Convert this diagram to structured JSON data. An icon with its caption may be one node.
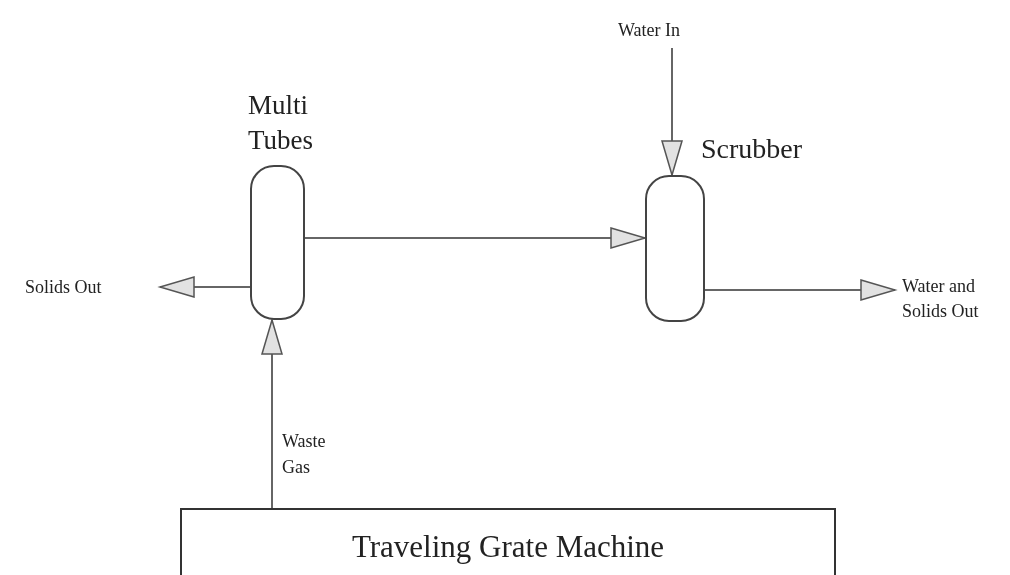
{
  "diagram": {
    "nodes": [
      {
        "text": [
          "Multi Tubes"
        ]
      },
      {
        "text": [
          "Scrubber"
        ]
      },
      {
        "text": [
          "Traveling Grate Machine"
        ]
      },
      {
        "text": [
          "Solids Out"
        ]
      },
      {
        "text": [
          "Water In"
        ]
      },
      {
        "text": [
          "Water and Solids Out"
        ]
      }
    ],
    "edges": [
      {
        "from": 0,
        "to": 1,
        "arrow": "to"
      },
      {
        "from": 0,
        "to": 3,
        "arrow": "to"
      },
      {
        "from": 4,
        "to": 1,
        "arrow": "to"
      },
      {
        "from": 1,
        "to": 5,
        "arrow": "to"
      },
      {
        "from": 2,
        "to": 0,
        "arrow": "to",
        "label": "Waste Gas"
      }
    ]
  }
}
